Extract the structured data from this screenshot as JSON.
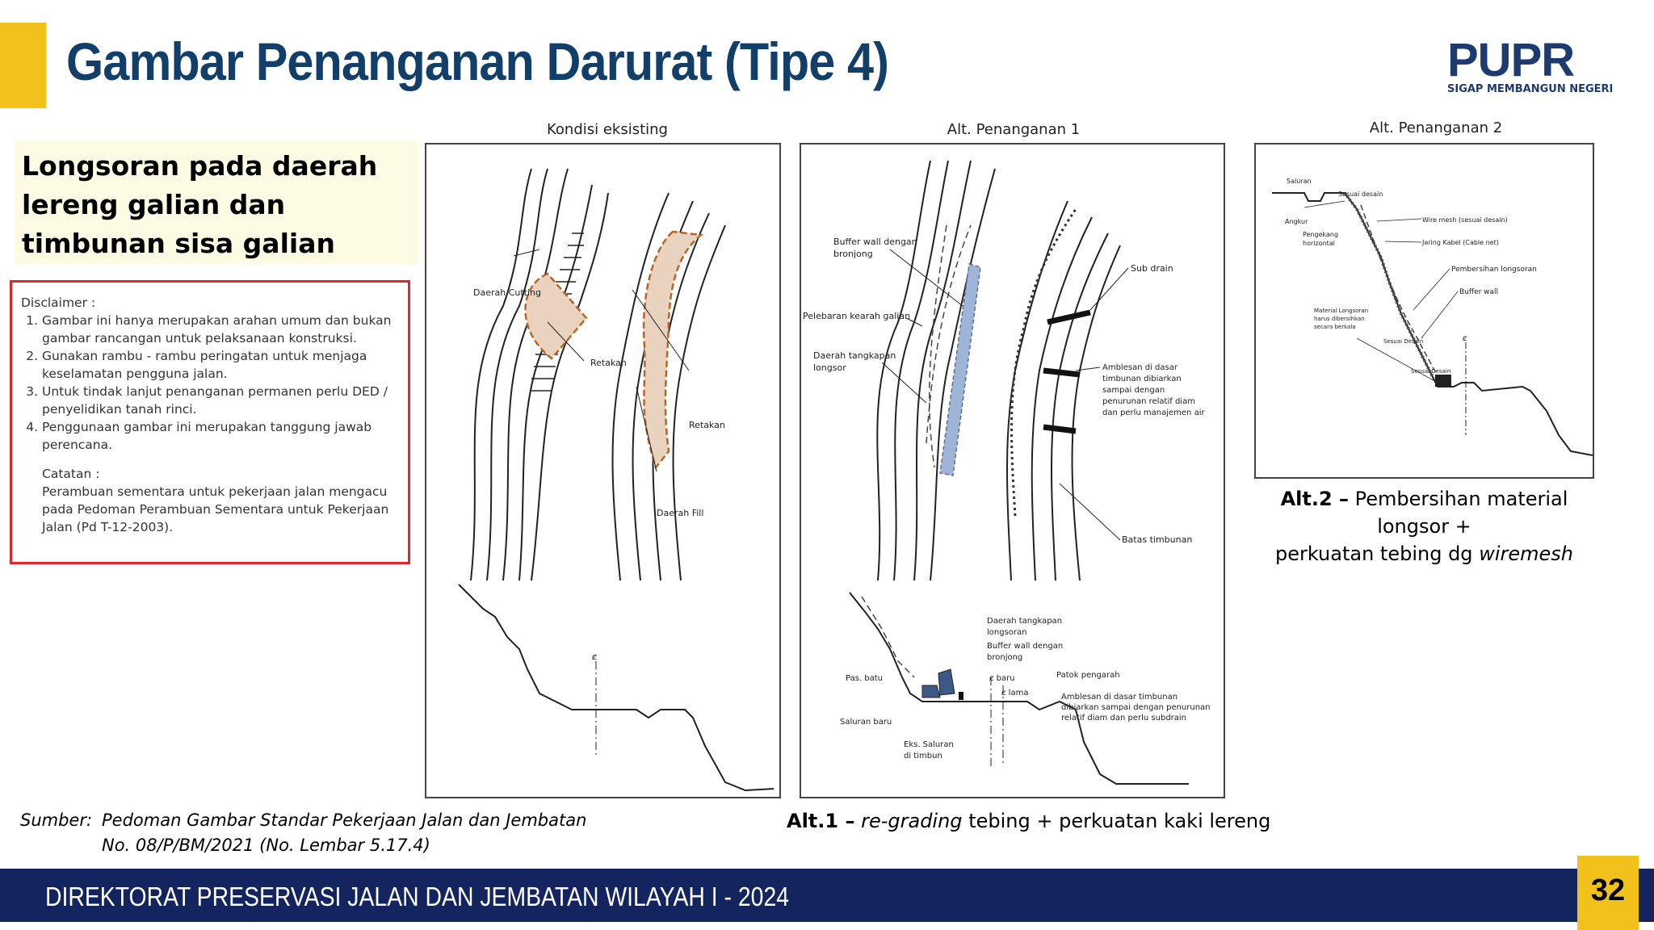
{
  "header": {
    "title": "Gambar Penanganan Darurat (Tipe 4)",
    "logo_text": "PUPR",
    "logo_tagline": "SIGAP MEMBANGUN NEGERI"
  },
  "subject": "Longsoran pada daerah lereng galian dan timbunan sisa galian",
  "disclaimer": {
    "heading": "Disclaimer :",
    "items": [
      "Gambar ini hanya merupakan arahan umum dan bukan gambar rancangan untuk pelaksanaan konstruksi.",
      "Gunakan rambu - rambu peringatan untuk menjaga keselamatan pengguna jalan.",
      "Untuk tindak lanjut penanganan permanen perlu DED / penyelidikan tanah rinci.",
      "Penggunaan gambar ini merupakan tanggung jawab perencana."
    ],
    "note_heading": "Catatan :",
    "note": "Perambuan sementara untuk pekerjaan jalan mengacu pada Pedoman Perambuan Sementara untuk Pekerjaan Jalan (Pd T-12-2003)."
  },
  "panels": {
    "existing": {
      "label": "Kondisi eksisting",
      "annotations": {
        "cutting": "Daerah Cutting",
        "crack1": "Retakan",
        "crack2": "Retakan",
        "fill": "Daerah Fill",
        "centerline": "ȼ"
      }
    },
    "alt1": {
      "label": "Alt. Penanganan 1",
      "annotations": {
        "buffer1": "Buffer wall dengan",
        "buffer2": "bronjong",
        "widening": "Pelebaran kearah galian",
        "catch1": "Daerah tangkapan",
        "catch2": "longsor",
        "subdrain": "Sub drain",
        "settle1": "Amblesan di dasar",
        "settle2": "timbunan dibiarkan",
        "settle3": "sampai dengan",
        "settle4": "penurunan relatif diam",
        "settle5": "dan perlu manajemen air",
        "fill_limit": "Batas timbunan",
        "xs_catch1": "Daerah tangkapan",
        "xs_catch2": "longsoran",
        "xs_buffer1": "Buffer wall dengan",
        "xs_buffer2": "bronjong",
        "pas_batu": "Pas. batu",
        "cl_new": "ȼ baru",
        "cl_old": "ȼ lama",
        "stake": "Patok pengarah",
        "xs_settle1": "Amblesan di dasar timbunan",
        "xs_settle2": "dibiarkan sampai dengan penurunan",
        "xs_settle3": "relatif diam dan perlu subdrain",
        "new_drain": "Saluran baru",
        "old_drain1": "Eks. Saluran",
        "old_drain2": "di timbun"
      },
      "caption_bold": "Alt.1 –",
      "caption_italic": "re-grading",
      "caption_rest": "tebing + perkuatan kaki lereng"
    },
    "alt2": {
      "label": "Alt. Penanganan 2",
      "annotations": {
        "drain": "Saluran",
        "design": "Sesuai desain",
        "anchor": "Angkur",
        "horiz1": "Pengekang",
        "horiz2": "horizontal",
        "wiremesh": "Wire mesh (sesuai desain)",
        "cable": "Jaring Kabel (Cable net)",
        "clean": "Pembersihan longsoran",
        "buffer": "Buffer wall",
        "mat1": "Material Longsoran",
        "mat2": "harus dibersihkan",
        "mat3": "secara berkala",
        "design2": "Sesuai Desain",
        "design3": "Sesuai Desain",
        "centerline": "ȼ"
      },
      "caption_bold": "Alt.2 –",
      "caption_line1": "Pembersihan material longsor +",
      "caption_line2_pre": "perkuatan tebing dg",
      "caption_italic": "wiremesh"
    }
  },
  "source": {
    "label": "Sumber:",
    "text": "Pedoman Gambar Standar Pekerjaan Jalan dan Jembatan No. 08/P/BM/2021 (No. Lembar 5.17.4)"
  },
  "footer": {
    "text": "DIREKTORAT PRESERVASI JALAN DAN JEMBATAN WILAYAH I - 2024",
    "page": "32"
  },
  "colors": {
    "title": "#123e6a",
    "accent": "#f3c11b",
    "footer_bg": "#13245e",
    "disclaimer_border": "#e0252b",
    "subject_bg": "#fdfbe3",
    "slide_fill": "#e9d2be",
    "slide_stroke": "#b8652a",
    "buffer_fill": "#9fb5d8"
  }
}
